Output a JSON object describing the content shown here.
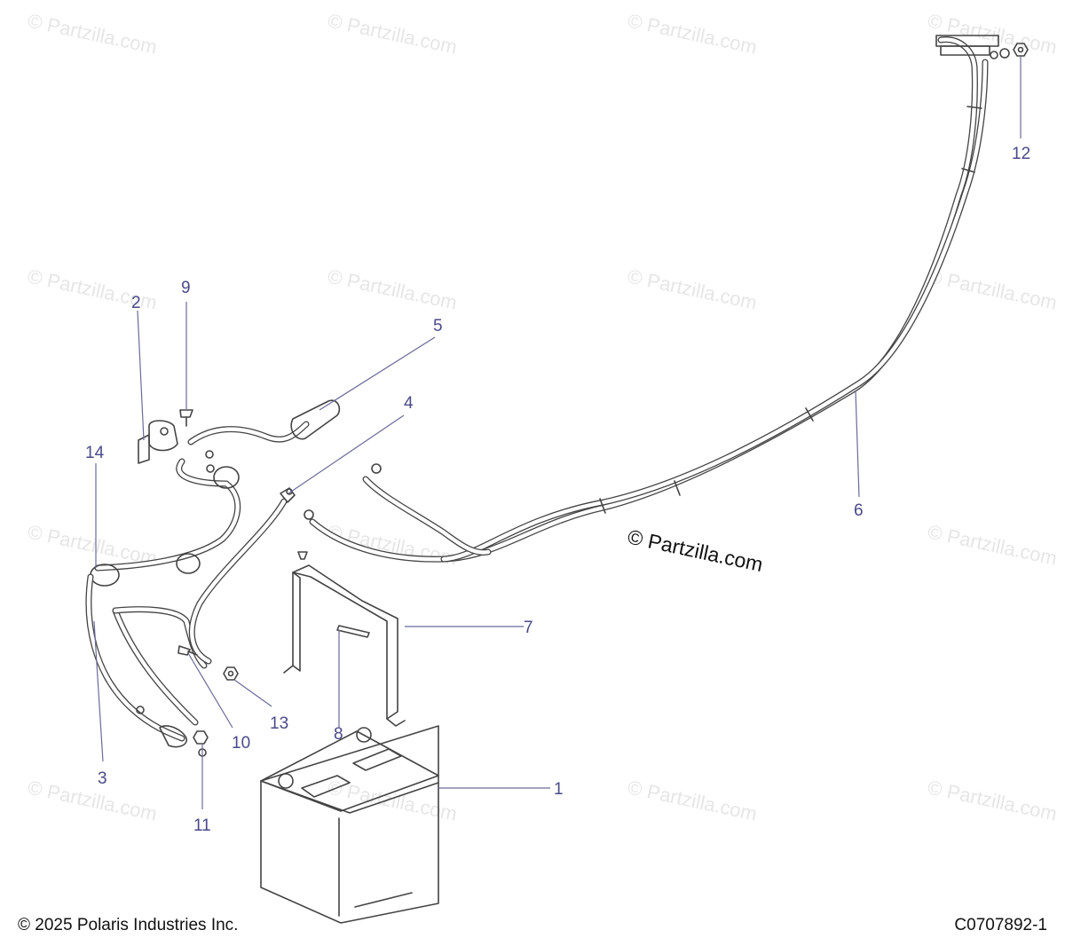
{
  "watermark": {
    "text": "© Partzilla.com",
    "main_text": "© Partzilla.com"
  },
  "callouts": [
    {
      "id": "1",
      "label": "1"
    },
    {
      "id": "2",
      "label": "2"
    },
    {
      "id": "3",
      "label": "3"
    },
    {
      "id": "4",
      "label": "4"
    },
    {
      "id": "5",
      "label": "5"
    },
    {
      "id": "6",
      "label": "6"
    },
    {
      "id": "7",
      "label": "7"
    },
    {
      "id": "8",
      "label": "8"
    },
    {
      "id": "9",
      "label": "9"
    },
    {
      "id": "10",
      "label": "10"
    },
    {
      "id": "11",
      "label": "11"
    },
    {
      "id": "12",
      "label": "12"
    },
    {
      "id": "13",
      "label": "13"
    },
    {
      "id": "14",
      "label": "14"
    }
  ],
  "footer": {
    "copyright": "© 2025 Polaris Industries Inc.",
    "diagram_code": "C0707892-1"
  }
}
